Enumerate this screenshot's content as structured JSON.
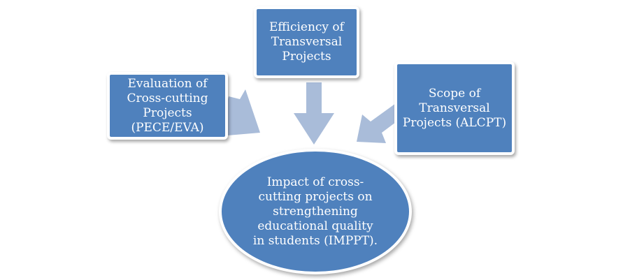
{
  "colors": {
    "node_fill": "#4f81bd",
    "node_border": "#ffffff",
    "arrow_fill": "#a9bcd9",
    "text": "#ffffff"
  },
  "nodes": {
    "evaluation": "Evaluation of\nCross-cutting\nProjects\n(PECE/EVA)",
    "efficiency": "Efficiency of\nTransversal\nProjects",
    "scope": "Scope of\nTransversal\nProjects (ALCPT)",
    "impact": "Impact of cross-\ncutting projects on\nstrengthening\neducational quality\nin students (IMPPT)."
  },
  "arrows": [
    {
      "from": "evaluation",
      "to": "impact"
    },
    {
      "from": "efficiency",
      "to": "impact"
    },
    {
      "from": "scope",
      "to": "impact"
    }
  ]
}
